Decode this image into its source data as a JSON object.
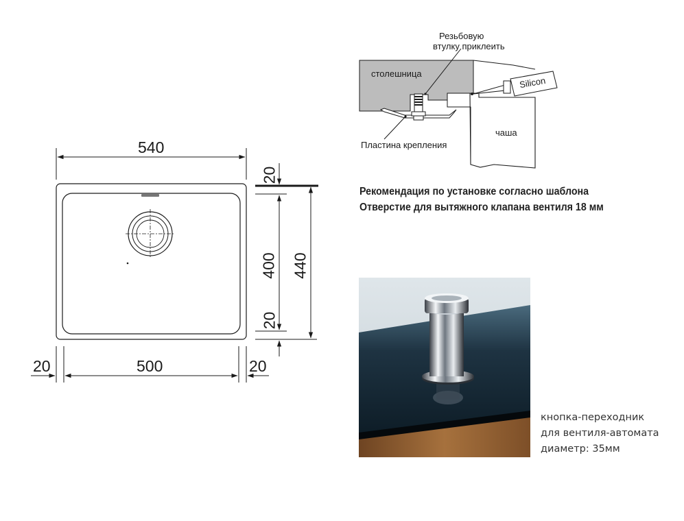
{
  "drawing": {
    "dim_width_outer": "540",
    "dim_width_inner": "500",
    "dim_left_margin": "20",
    "dim_right_margin": "20",
    "dim_top_margin": "20",
    "dim_bottom_margin": "20",
    "dim_height_inner": "400",
    "dim_height_outer": "440"
  },
  "section": {
    "label_thread": [
      "Резьбовую",
      "втулку приклеить"
    ],
    "label_countertop": "столешница",
    "label_silicon": "Silicon",
    "label_bowl": "чаша",
    "label_plate": "Пластина крепления"
  },
  "recommendation": {
    "line1": "Рекомендация по установке согласно шаблона",
    "line2": "Отверстие для вытяжного клапана вентиля 18 мм"
  },
  "caption": {
    "line1": "кнопка-переходник",
    "line2": "для вентиля-автомата",
    "line3": "диаметр: 35мм"
  },
  "colors": {
    "line": "#1a1a1a",
    "countertop_fill": "#bcbcbc",
    "photo_sky": "#dfe6ea",
    "photo_counter": "#0d1c26",
    "photo_wood": "#8a5a2e"
  }
}
